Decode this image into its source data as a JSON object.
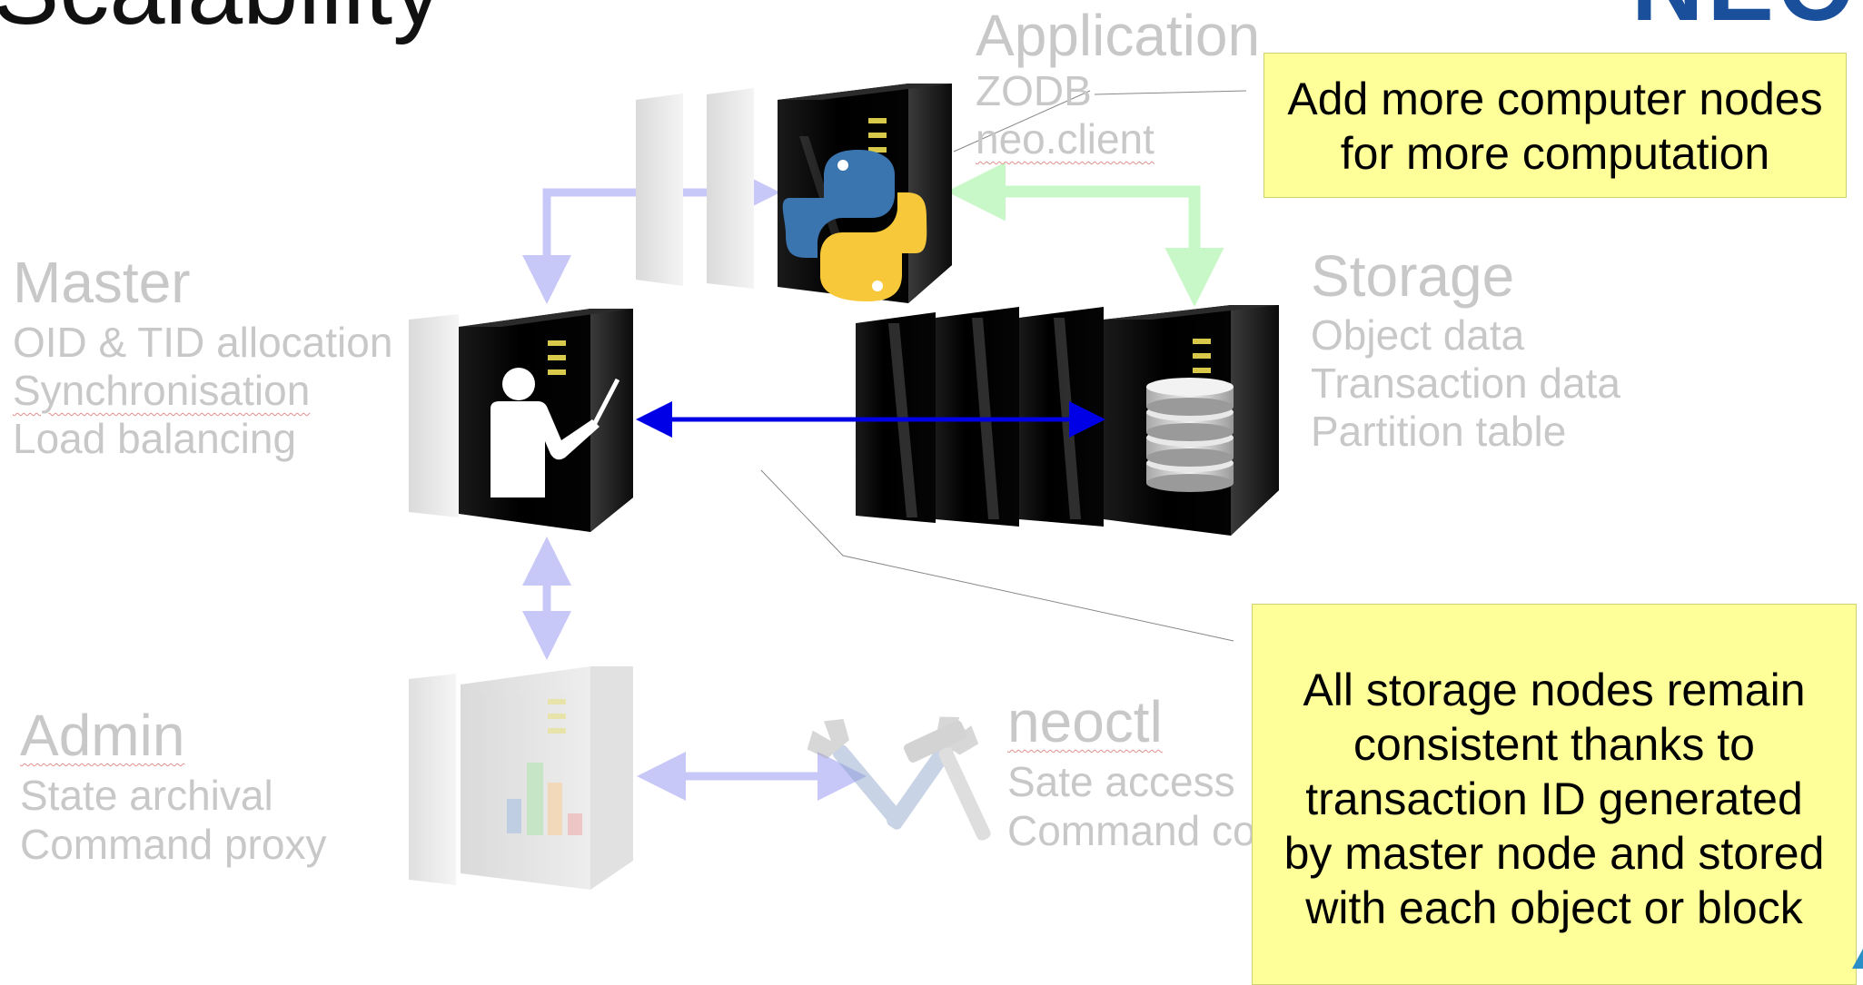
{
  "slide": {
    "title_partial": "Scalability",
    "logo_partial": "NEO"
  },
  "nodes": {
    "application": {
      "title": "Application",
      "lines": [
        "ZODB",
        "neo.client"
      ]
    },
    "master": {
      "title": "Master",
      "lines": [
        "OID & TID allocation",
        "Synchronisation",
        "Load balancing"
      ]
    },
    "storage": {
      "title": "Storage",
      "lines": [
        "Object data",
        "Transaction data",
        "Partition table"
      ]
    },
    "admin": {
      "title": "Admin",
      "lines": [
        "State archival",
        "Command proxy"
      ]
    },
    "neoctl": {
      "title": "neoctl",
      "lines": [
        "Sate access",
        "Command co"
      ]
    }
  },
  "notes": {
    "compute": [
      "Add more computer nodes",
      "for more computation"
    ],
    "consistency": [
      "All storage nodes remain",
      "consistent thanks to",
      "transaction ID generated",
      "by master node and stored",
      "with each object or block"
    ]
  },
  "colors": {
    "arrow_master_storage": "#0000e6",
    "arrow_faded_blue": "#c8c8f8",
    "arrow_faded_green": "#c8f8c8",
    "note_background": "#ffff99",
    "python_blue": "#3a75b0",
    "python_yellow": "#f7c83a"
  },
  "icons": {
    "application_server": "python-logo-icon",
    "master_server": "teacher-icon",
    "storage_server": "database-icon",
    "admin_server": "bar-chart-icon",
    "neoctl": "tools-icon"
  }
}
